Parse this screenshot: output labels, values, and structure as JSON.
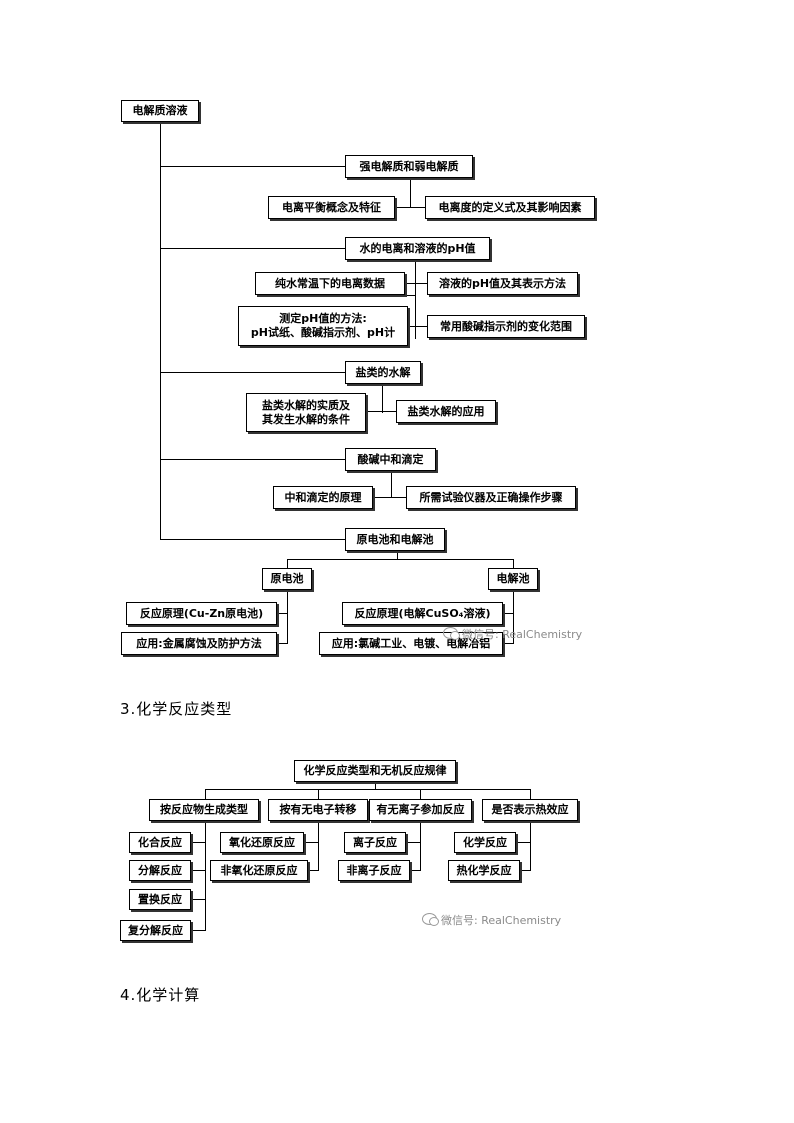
{
  "diagram1": {
    "root": "电解质溶液",
    "strong_weak": "强电解质和弱电解质",
    "ionization_balance": "电离平衡概念及特征",
    "ionization_degree": "电离度的定义式及其影响因素",
    "water_ph": "水的电离和溶液的pH值",
    "pure_water": "纯水常温下的电离数据",
    "solution_ph": "溶液的pH值及其表示方法",
    "ph_methods": "测定pH值的方法:\npH试纸、酸碱指示剂、pH计",
    "indicator_range": "常用酸碱指示剂的变化范围",
    "salt_hydrolysis": "盐类的水解",
    "hydrolysis_essence": "盐类水解的实质及\n其发生水解的条件",
    "hydrolysis_application": "盐类水解的应用",
    "titration": "酸碱中和滴定",
    "titration_principle": "中和滴定的原理",
    "titration_steps": "所需试验仪器及正确操作步骤",
    "cell": "原电池和电解池",
    "galvanic": "原电池",
    "electrolytic": "电解池",
    "galvanic_principle": "反应原理(Cu-Zn原电池)",
    "galvanic_application": "应用:金属腐蚀及防护方法",
    "electrolytic_principle": "反应原理(电解CuSO₄溶液)",
    "electrolytic_application": "应用:氯碱工业、电镀、电解冶铝"
  },
  "heading3": "3.化学反应类型",
  "diagram2": {
    "root": "化学反应类型和无机反应规律",
    "cat1": "按反应物生成类型",
    "cat2": "按有无电子转移",
    "cat3": "有无离子参加反应",
    "cat4": "是否表示热效应",
    "c1_items": [
      "化合反应",
      "分解反应",
      "置换反应",
      "复分解反应"
    ],
    "c2_items": [
      "氧化还原反应",
      "非氧化还原反应"
    ],
    "c3_items": [
      "离子反应",
      "非离子反应"
    ],
    "c4_items": [
      "化学反应",
      "热化学反应"
    ]
  },
  "heading4": "4.化学计算",
  "watermark": "微信号: RealChemistry",
  "icons": {
    "watermark": "wechat-icon"
  }
}
